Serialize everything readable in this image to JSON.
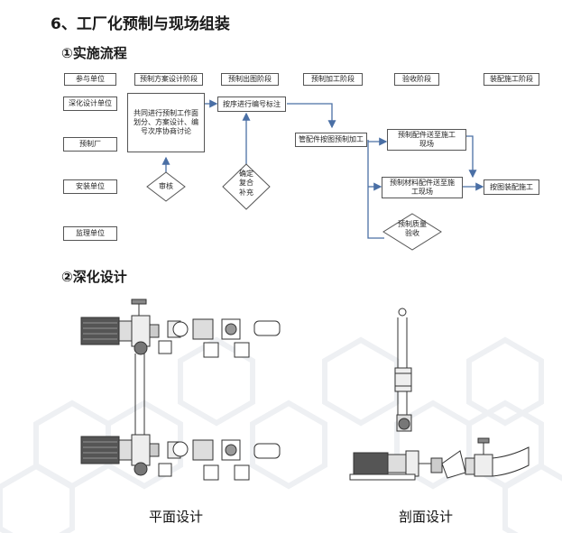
{
  "title": "6、工厂化预制与现场组装",
  "section1": "①实施流程",
  "section2": "②深化设计",
  "headers": [
    "参与单位",
    "预制方案设计阶段",
    "预制出图阶段",
    "预制加工阶段",
    "验收阶段",
    "装配施工阶段"
  ],
  "units": [
    "深化设计单位",
    "预制厂",
    "安装单位",
    "监理单位"
  ],
  "flow": {
    "box_joint": "共同进行预制工作面划分、方案设计、编号次序协商讨论",
    "box_number": "按序进行编号标注",
    "box_process": "管配件按图预制加工",
    "box_fit_ship": "预制配件送至施工现场",
    "box_mat_ship": "预制材料配件送至施工现场",
    "box_install": "按图装配施工",
    "d_review": "审核",
    "d_confirm": "确定复合补充",
    "d_accept": "预制质量验收"
  },
  "captions": {
    "plan": "平面设计",
    "section": "剖面设计"
  }
}
